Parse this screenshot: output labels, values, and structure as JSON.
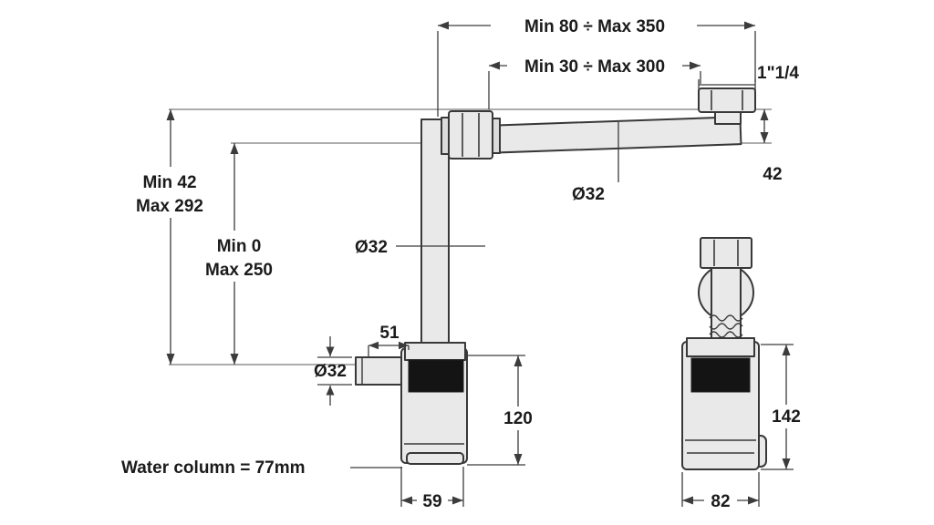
{
  "drawing": {
    "dim_top_outer": "Min 80 ÷ Max 350",
    "dim_top_inner": "Min 30 ÷ Max 300",
    "connection_size": "1\"1/4",
    "dim_drop": "42",
    "dim_left_outer": {
      "line1": "Min 42",
      "line2": "Max 292"
    },
    "dim_left_inner": {
      "line1": "Min 0",
      "line2": "Max 250"
    },
    "dia_vertical_pipe": "Ø32",
    "dia_horizontal_pipe": "Ø32",
    "dia_inlet_pipe": "Ø32",
    "dim_inlet_length": "51",
    "dim_trap_height": "120",
    "water_column_note": "Water column = 77mm",
    "dim_trap_width": "59",
    "dim_side_height": "142",
    "dim_side_width": "82"
  },
  "colors": {
    "line": "#383838",
    "dimension": "#3c3c3c",
    "pipe_fill": "#e9e9e9",
    "seal_band": "#141414",
    "background": "#ffffff"
  }
}
